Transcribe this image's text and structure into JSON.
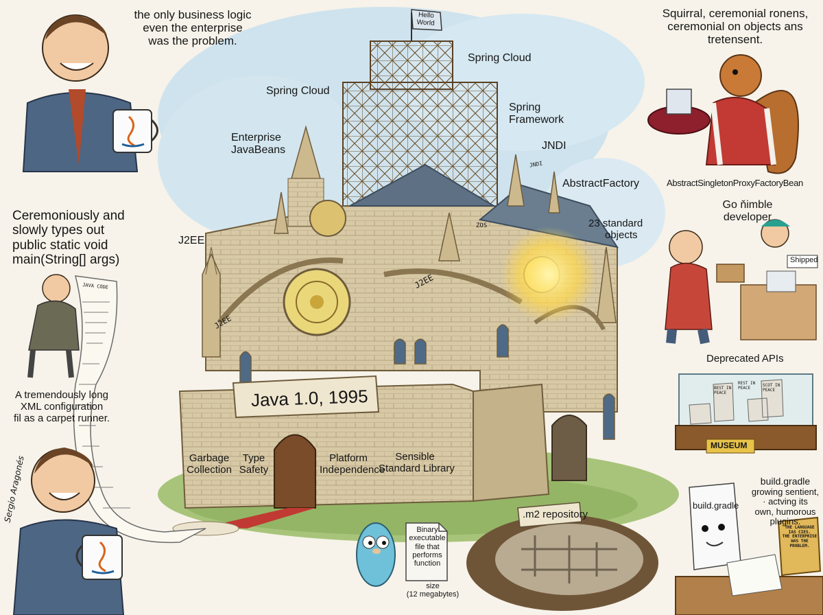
{
  "flag_text": [
    "Hello",
    "World"
  ],
  "cathedral": {
    "banner_title": "Java 1.0, 1995",
    "pillars": [
      [
        "Garbage",
        "Collection"
      ],
      [
        "Type",
        "Safety"
      ],
      [
        "Platform",
        "Independence"
      ],
      [
        "Sensible",
        "Standard Library"
      ]
    ],
    "carved_labels": [
      "J2EE",
      "J2EE",
      "ZOS",
      "JNDI"
    ]
  },
  "callouts": {
    "spring_cloud_top": "Spring Cloud",
    "spring_cloud_left": "Spring  Cloud",
    "spring_framework": [
      "Spring",
      "Framework"
    ],
    "enterprise_javabeans": [
      "Enterprise",
      "JavaBeans"
    ],
    "jndi": "JNDI",
    "abstract_factory": "AbstractFactory",
    "standard_objects": [
      "23 standard",
      "objects"
    ],
    "j2ee": "J2EE"
  },
  "left_panel": {
    "speech": [
      "the only business logic",
      "even the enterprise",
      "was the problem."
    ],
    "types_caption": [
      "Ceremoniously and",
      "slowly types out",
      "public static void",
      "main(String[] args)"
    ],
    "scroll_header": "JAVA CODE",
    "xml_caption": [
      "A tremendously long",
      "XML configuration",
      "fil as a carpet runner."
    ],
    "signature": "Sergio Aragonés"
  },
  "right_panel": {
    "squirrel_caption": [
      "Squirral, ceremonial ronens,",
      "ceremonial on objects ans",
      "tretensent."
    ],
    "bean_label": "AbstractSingletonProxyFactoryBean",
    "nimble_caption": [
      "Go ňimble",
      "developer"
    ],
    "shipped_label": "Shipped",
    "deprecated_title": "Deprecated APIs",
    "tombstones": [
      "BEST IN PEACE",
      "REST IN PEACE",
      "SCOT IN PEACE"
    ],
    "museum_label": "MUSEUM",
    "gradle_caption": [
      "build.gradle",
      "growing sentient,",
      "· actving its",
      "own, humorous",
      "plugins."
    ],
    "gradle_paper_label": "build.gradle",
    "plaque_text": [
      "THE LANGUAGE",
      "IAS CIES.",
      "THE ENTERPRISE",
      "WAS THE",
      "PROBLEM."
    ]
  },
  "bottom": {
    "m2_label": ".m2 repository",
    "binary_note": [
      "Binary",
      "executable",
      "file that",
      "performs",
      "function"
    ],
    "binary_size": [
      "size",
      "(12 megabytes)"
    ]
  }
}
